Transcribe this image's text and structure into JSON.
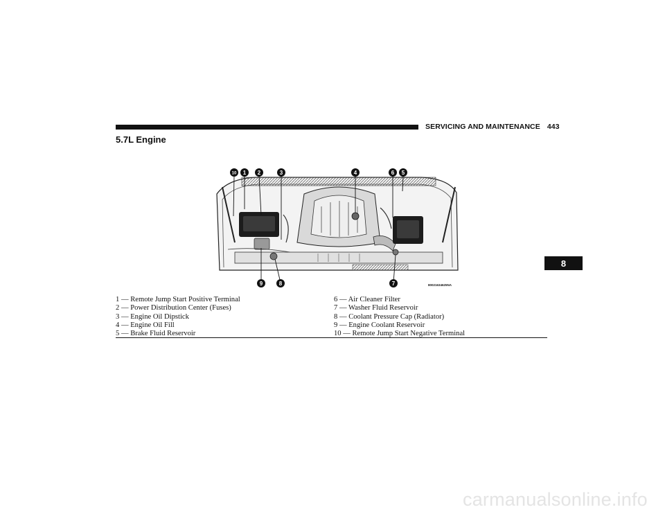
{
  "header": {
    "section": "SERVICING AND MAINTENANCE",
    "page": "443"
  },
  "title": "5.7L Engine",
  "figure": {
    "callouts": [
      "10",
      "1",
      "2",
      "3",
      "4",
      "6",
      "5",
      "9",
      "8",
      "7"
    ],
    "code": "80021634625NA"
  },
  "legend_left": [
    "1 — Remote Jump Start Positive Terminal",
    "2 — Power Distribution Center (Fuses)",
    "3 — Engine Oil Dipstick",
    "4 — Engine Oil Fill",
    "5 — Brake Fluid Reservoir"
  ],
  "legend_right": [
    "6 — Air Cleaner Filter",
    "7 — Washer Fluid Reservoir",
    "8 — Coolant Pressure Cap (Radiator)",
    "9 — Engine Coolant Reservoir",
    "10 — Remote Jump Start Negative Terminal"
  ],
  "chapter_tab": "8",
  "watermark": "carmanualsonline.info"
}
